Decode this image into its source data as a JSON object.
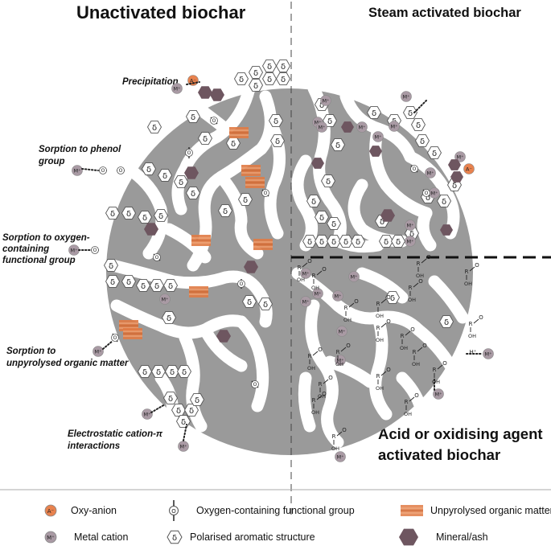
{
  "titles": {
    "left": "Unactivated biochar",
    "right_top": "Steam activated biochar",
    "right_bottom_line1": "Acid or oxidising agent",
    "right_bottom_line2": "activated biochar"
  },
  "mechanisms": [
    {
      "id": "precipitation",
      "lines": [
        "Precipitation"
      ]
    },
    {
      "id": "phenol",
      "lines": [
        "Sorption to phenol",
        "group"
      ]
    },
    {
      "id": "oxygen",
      "lines": [
        "Sorption to oxygen-",
        "containing",
        "functional group"
      ]
    },
    {
      "id": "unpyrolysed",
      "lines": [
        "Sorption to",
        "unpyrolysed organic matter"
      ]
    },
    {
      "id": "cation-pi",
      "lines": [
        "Electrostatic cation-π",
        "interactions"
      ]
    }
  ],
  "symbols": {
    "delta": "δ",
    "metal": "M⁺",
    "anion": "A⁻",
    "oxygen": "O",
    "r": "R",
    "oh": "OH",
    "h": "H⁺"
  },
  "legend": [
    {
      "id": "oxy-anion",
      "label": "Oxy-anion"
    },
    {
      "id": "oxygen-group",
      "label": "Oxygen-containing functional group"
    },
    {
      "id": "unpyrolysed",
      "label": "Unpyrolysed organic matter"
    },
    {
      "id": "metal-cation",
      "label": "Metal cation"
    },
    {
      "id": "aromatic",
      "label": "Polarised aromatic structure"
    },
    {
      "id": "mineral",
      "label": "Mineral/ash"
    }
  ],
  "colors": {
    "biochar": "#9a9a9a",
    "pore": "#ffffff",
    "anion": "#e8824e",
    "metal": "#a99aa4",
    "mineral": "#6e5660",
    "organic": "#e07b45",
    "divider": "#222222"
  }
}
